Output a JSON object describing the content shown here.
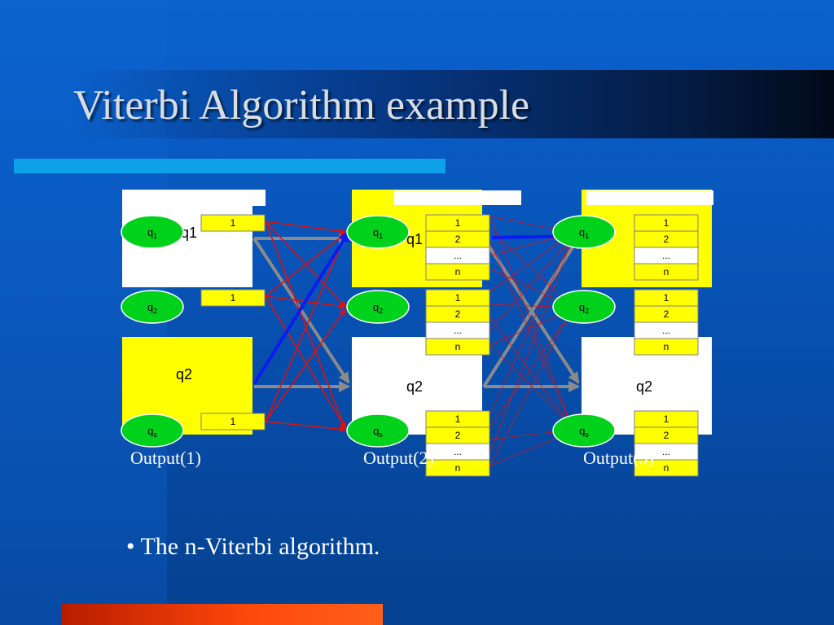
{
  "slide": {
    "title": "Viterbi Algorithm example",
    "bullet_char": "•",
    "bullet_text": "The n-Viterbi algorithm."
  },
  "colors": {
    "yellow": "#ffff00",
    "green": "#00d21c",
    "red_edge": "#e01010",
    "gray_edge": "#8a8a8a",
    "blue_edge": "#0a1cf0"
  },
  "columns": [
    {
      "output_label": "Output(1)",
      "top_box_label": "q1",
      "bottom_box_label": "q2",
      "states": [
        {
          "main": "q",
          "sub": "1",
          "cells": [
            "1"
          ]
        },
        {
          "main": "q",
          "sub": "2",
          "cells": [
            "1"
          ]
        },
        {
          "main": "q",
          "sub": "s",
          "cells": [
            "1"
          ]
        }
      ]
    },
    {
      "output_label": "Output(2)",
      "top_box_label": "q1",
      "bottom_box_label": "q2",
      "states": [
        {
          "main": "q",
          "sub": "1",
          "cells": [
            "1",
            "2",
            "...",
            "n"
          ]
        },
        {
          "main": "q",
          "sub": "2",
          "cells": [
            "1",
            "2",
            "...",
            "n"
          ]
        },
        {
          "main": "q",
          "sub": "s",
          "cells": [
            "1",
            "2",
            "...",
            "n"
          ]
        }
      ]
    },
    {
      "output_label": "Output(3)",
      "top_box_label": "",
      "bottom_box_label": "q2",
      "states": [
        {
          "main": "q",
          "sub": "1",
          "cells": [
            "1",
            "2",
            "...",
            "n"
          ]
        },
        {
          "main": "q",
          "sub": "2",
          "cells": [
            "1",
            "2",
            "...",
            "n"
          ]
        },
        {
          "main": "q",
          "sub": "s",
          "cells": [
            "1",
            "2",
            "...",
            "n"
          ]
        }
      ]
    }
  ]
}
